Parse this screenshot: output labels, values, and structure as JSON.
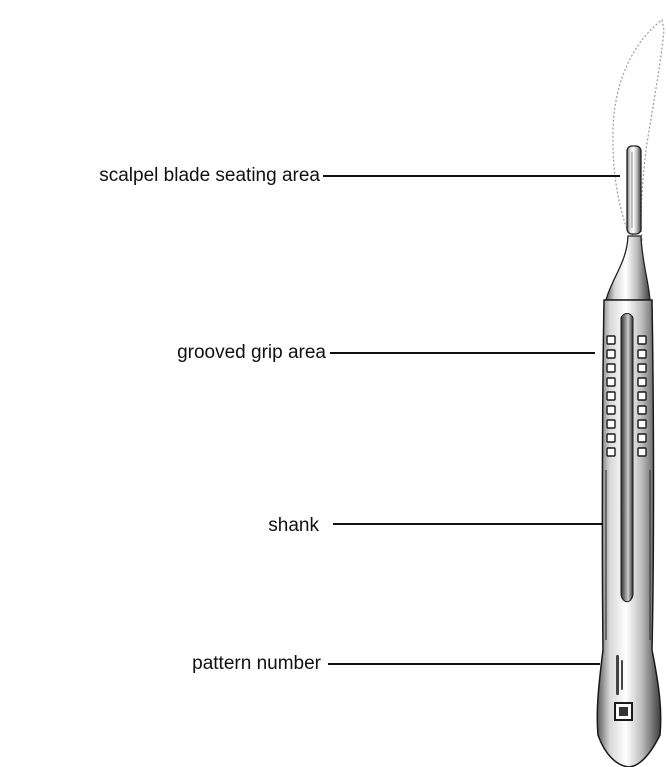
{
  "labels": {
    "blade_seating": "scalpel blade seating area",
    "grooved_grip": "grooved grip area",
    "shank": "shank",
    "pattern_number": "pattern number"
  }
}
